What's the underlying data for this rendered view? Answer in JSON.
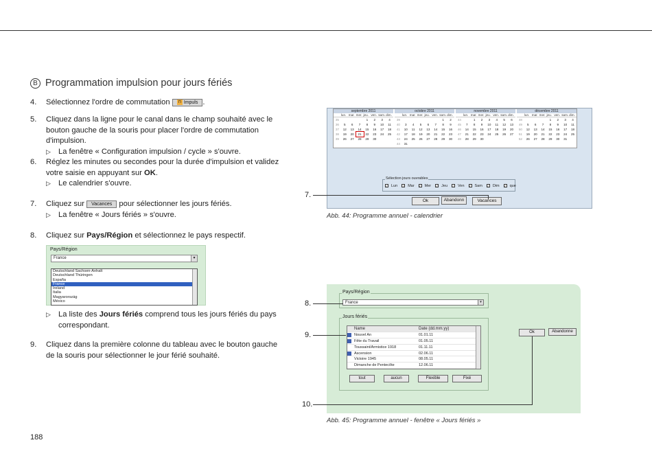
{
  "section": {
    "marker": "B",
    "title": "Programmation impulsion pour jours fériés"
  },
  "steps": [
    {
      "num": "4.",
      "text_before": "Sélectionnez l'ordre de commutation",
      "button_label": "Impuls",
      "text_after": "."
    },
    {
      "num": "5.",
      "text": "Cliquez dans la ligne pour le canal dans le champ souhaité avec le bouton gauche de la souris pour placer l'ordre de commutation d'impulsion.",
      "result": "La fenêtre « Configuration impulsion / cycle » s'ouvre."
    },
    {
      "num": "6.",
      "text_before": "Réglez les minutes ou secondes pour la durée d'impulsion et validez votre saisie en appuyant sur",
      "bold": "OK",
      "text_after": ".",
      "result": "Le calendrier s'ouvre."
    },
    {
      "num": "7.",
      "text_before": "Cliquez sur",
      "button_label": "Vacances",
      "text_after": "pour sélectionner les jours fériés.",
      "result": "La fenêtre « Jours fériés » s'ouvre."
    },
    {
      "num": "8.",
      "text_before": "Cliquez sur",
      "bold": "Pays/Région",
      "text_after": "et sélectionnez le pays respectif.",
      "result_before": "La liste des",
      "result_bold": "Jours fériés",
      "result_after": "comprend tous les jours fériés du pays correspondant."
    },
    {
      "num": "9.",
      "text": "Cliquez dans la première colonne du tableau avec le bouton gauche de la souris pour sélectionner le jour férié souhaité."
    }
  ],
  "country_dropdown": {
    "label": "Pays/Région",
    "selected": "France",
    "options": [
      "Deutschland Sachsen-Anhalt",
      "Deutschland Thüringen",
      "España",
      "France",
      "Ireland",
      "Italia",
      "Magyarország",
      "México"
    ],
    "highlighted_index": 3
  },
  "calendar": {
    "months": [
      {
        "name": "septembre",
        "year": "2011",
        "weeks": [
          [
            "35",
            "",
            "",
            "",
            "1",
            "2",
            "3",
            "4"
          ],
          [
            "36",
            "5",
            "6",
            "7",
            "8",
            "9",
            "10",
            "11"
          ],
          [
            "37",
            "12",
            "13",
            "14",
            "15",
            "16",
            "17",
            "18"
          ],
          [
            "38",
            "19",
            "20",
            "21",
            "22",
            "23",
            "24",
            "25"
          ],
          [
            "39",
            "26",
            "27",
            "28",
            "29",
            "30",
            "",
            ""
          ]
        ],
        "today": "21"
      },
      {
        "name": "octobre",
        "year": "2011",
        "weeks": [
          [
            "39",
            "",
            "",
            "",
            "",
            "",
            "1",
            "2"
          ],
          [
            "40",
            "3",
            "4",
            "5",
            "6",
            "7",
            "8",
            "9"
          ],
          [
            "41",
            "10",
            "11",
            "12",
            "13",
            "14",
            "15",
            "16"
          ],
          [
            "42",
            "17",
            "18",
            "19",
            "20",
            "21",
            "22",
            "23"
          ],
          [
            "43",
            "24",
            "25",
            "26",
            "27",
            "28",
            "29",
            "30"
          ],
          [
            "44",
            "31",
            "",
            "",
            "",
            "",
            "",
            ""
          ]
        ],
        "today": ""
      },
      {
        "name": "novembre",
        "year": "2011",
        "weeks": [
          [
            "44",
            "",
            "1",
            "2",
            "3",
            "4",
            "5",
            "6"
          ],
          [
            "45",
            "7",
            "8",
            "9",
            "10",
            "11",
            "12",
            "13"
          ],
          [
            "46",
            "14",
            "15",
            "16",
            "17",
            "18",
            "19",
            "20"
          ],
          [
            "47",
            "21",
            "22",
            "23",
            "24",
            "25",
            "26",
            "27"
          ],
          [
            "48",
            "28",
            "29",
            "30",
            "",
            "",
            "",
            ""
          ]
        ],
        "today": ""
      },
      {
        "name": "décembre",
        "year": "2011",
        "weeks": [
          [
            "48",
            "",
            "",
            "",
            "1",
            "2",
            "3",
            "4"
          ],
          [
            "49",
            "5",
            "6",
            "7",
            "8",
            "9",
            "10",
            "11"
          ],
          [
            "50",
            "12",
            "13",
            "14",
            "15",
            "16",
            "17",
            "18"
          ],
          [
            "51",
            "19",
            "20",
            "21",
            "22",
            "23",
            "24",
            "25"
          ],
          [
            "52",
            "26",
            "27",
            "28",
            "29",
            "30",
            "31",
            ""
          ]
        ],
        "today": ""
      }
    ],
    "weekday_headers": [
      "",
      "lun.",
      "mar.",
      "mer.",
      "jeu.",
      "ven.",
      "sam.",
      "dim."
    ],
    "workdays_label": "Sélection jours ouvrables",
    "workdays": [
      "Lun",
      "Mar",
      "Mer",
      "Jeu",
      "Ven",
      "Sam",
      "Dim",
      "que"
    ],
    "ok_label": "Ok",
    "cancel_label": "Abandonn",
    "holidays_label": "Vacances",
    "callout": "7.",
    "caption": "Abb. 44:  Programme annuel - calendrier"
  },
  "holidays_window": {
    "country_label": "Pays/Région",
    "country_value": "France",
    "group_label": "Jours fériés",
    "col_name": "Name",
    "col_date": "Date (dd.mm.yy)",
    "rows": [
      {
        "name": "Nouvel An",
        "date": "01.01.11",
        "flag": true
      },
      {
        "name": "Fête du Travail",
        "date": "01.05.11",
        "flag": true
      },
      {
        "name": "Toussaint/Armistice 1918",
        "date": "01.11.11",
        "flag": false
      },
      {
        "name": "Ascension",
        "date": "02.06.11",
        "flag": true
      },
      {
        "name": "Victoire 1945",
        "date": "08.05.11",
        "flag": false
      },
      {
        "name": "Dimanche de Pentecôte",
        "date": "12.06.11",
        "flag": false
      }
    ],
    "btn_all": "tout",
    "btn_none": "aucun",
    "btn_flexible": "Flexible",
    "btn_fixed": "Fixé",
    "btn_ok": "Ok",
    "btn_cancel": "Abandonne",
    "callouts": [
      "8.",
      "9.",
      "10."
    ],
    "caption": "Abb. 45:  Programme annuel - fenêtre « Jours fériés »"
  },
  "page_number": "188"
}
